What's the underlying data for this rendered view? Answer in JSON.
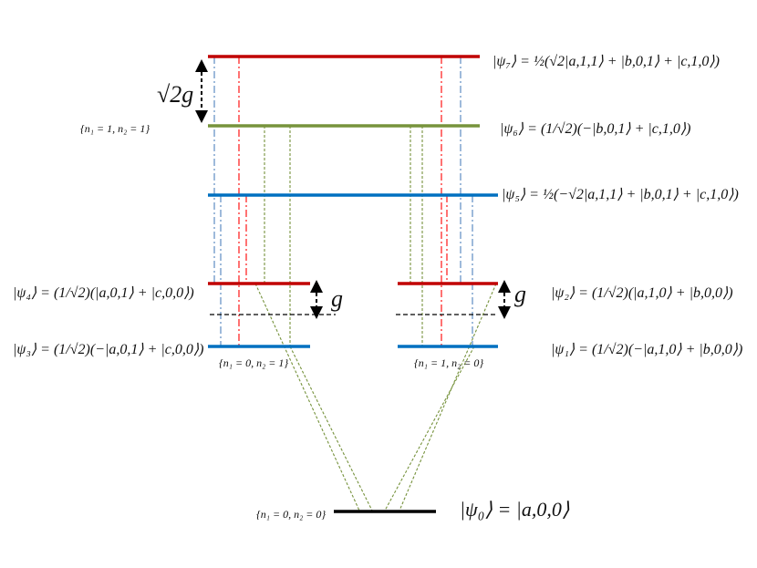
{
  "diagram": {
    "gap_labels": {
      "large": "√2g",
      "small_left": "g",
      "small_right": "g"
    },
    "manifolds": {
      "top": "{n₁ = 1, n₂ = 1}",
      "left": "{n₁ = 0, n₂ = 1}",
      "right": "{n₁ = 1, n₂ = 0}",
      "ground": "{n₁ = 0, n₂ = 0}"
    },
    "states": {
      "psi7": "|ψ₇⟩ = ½(√2|a,1,1⟩ + |b,0,1⟩ + |c,1,0⟩)",
      "psi6": "|ψ₆⟩ = (1/√2)(−|b,0,1⟩ + |c,1,0⟩)",
      "psi5": "|ψ₅⟩ = ½(−√2|a,1,1⟩ + |b,0,1⟩ + |c,1,0⟩)",
      "psi4": "|ψ₄⟩ = (1/√2)(|a,0,1⟩ + |c,0,0⟩)",
      "psi3": "|ψ₃⟩ = (1/√2)(−|a,0,1⟩ + |c,0,0⟩)",
      "psi2": "|ψ₂⟩ = (1/√2)(|a,1,0⟩ + |b,0,0⟩)",
      "psi1": "|ψ₁⟩ = (1/√2)(−|a,1,0⟩ + |b,0,0⟩)",
      "psi0": "|ψ₀⟩ = |a,0,0⟩"
    },
    "colors": {
      "red": "#c00000",
      "green": "#77933c",
      "blue": "#0070c0",
      "black": "#000000",
      "olive_dash": "#76923c",
      "red_dashdot": "#ff0000",
      "blue_dashdot": "#4f81bd"
    }
  }
}
